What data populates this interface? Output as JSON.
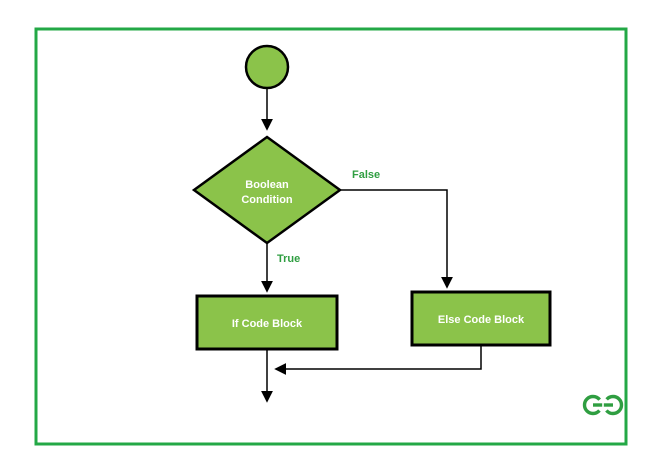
{
  "diagram": {
    "type": "flowchart",
    "subject": "if-else boolean condition flow",
    "frame": {
      "border_color": "#23a846"
    },
    "colors": {
      "shape_fill": "#8bc34a",
      "shape_stroke": "#000000",
      "shape_text": "#ffffff",
      "edge_label_green": "#2f9e41",
      "connector_black": "#000000",
      "logo_green": "#2f9e41"
    },
    "nodes": {
      "start": {
        "shape": "circle"
      },
      "condition": {
        "shape": "diamond",
        "line1": "Boolean",
        "line2": "Condition"
      },
      "if_block": {
        "shape": "rectangle",
        "label": "If Code Block"
      },
      "else_block": {
        "shape": "rectangle",
        "label": "Else Code Block"
      }
    },
    "edges": {
      "true_label": "True",
      "false_label": "False"
    },
    "logo": {
      "name": "geeksforgeeks-logo"
    }
  }
}
